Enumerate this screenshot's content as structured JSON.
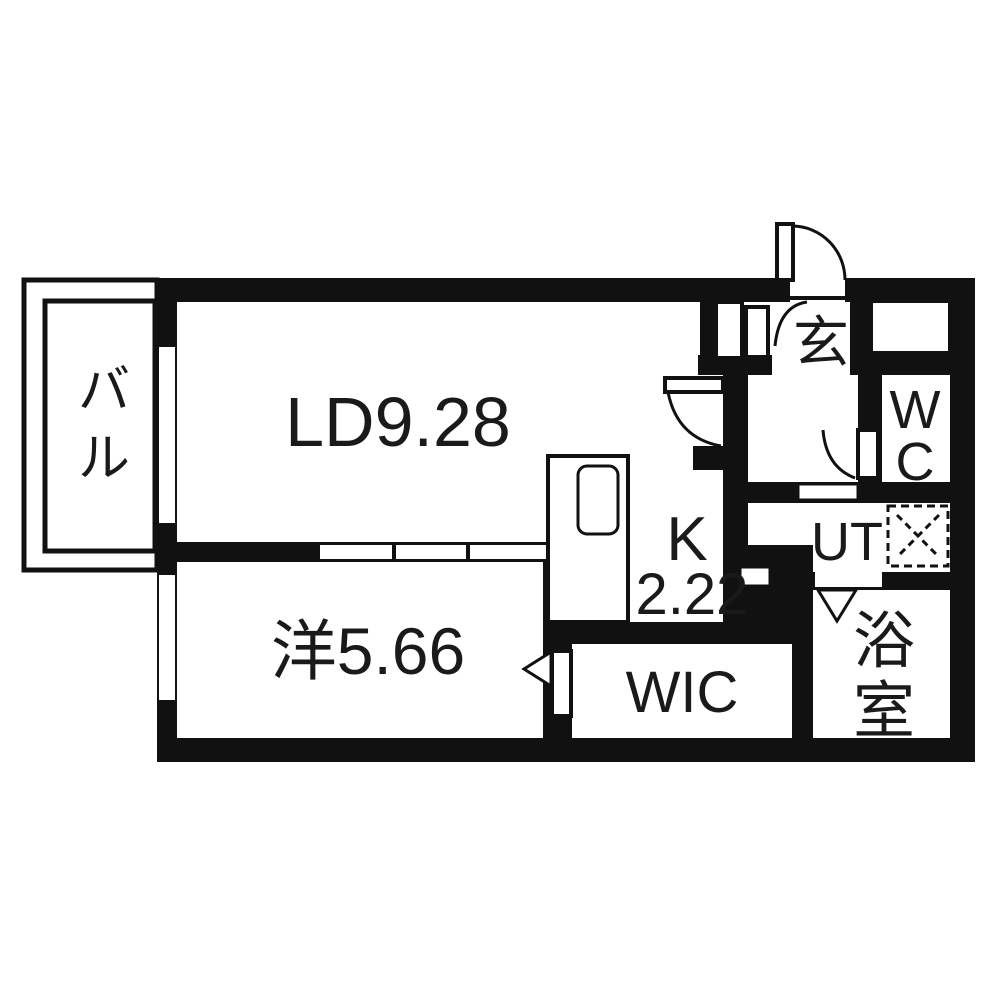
{
  "floor_plan": {
    "title": "apartment-floor-plan",
    "rooms": {
      "living_dining": {
        "label": "LD9.28"
      },
      "western_room": {
        "label": "洋5.66"
      },
      "kitchen": {
        "label_letter": "K",
        "label_size": "2.22"
      },
      "wic": {
        "label": "WIC"
      },
      "toilet": {
        "line1": "W",
        "line2": "C"
      },
      "utility": {
        "label": "UT"
      },
      "entrance": {
        "label": "玄"
      },
      "bathroom": {
        "char1": "浴",
        "char2": "室"
      },
      "balcony": {
        "char1": "バ",
        "char2": "ル"
      }
    },
    "colors": {
      "wall": "#111111",
      "floor": "#ffffff",
      "line": "#1a1a1a"
    }
  }
}
